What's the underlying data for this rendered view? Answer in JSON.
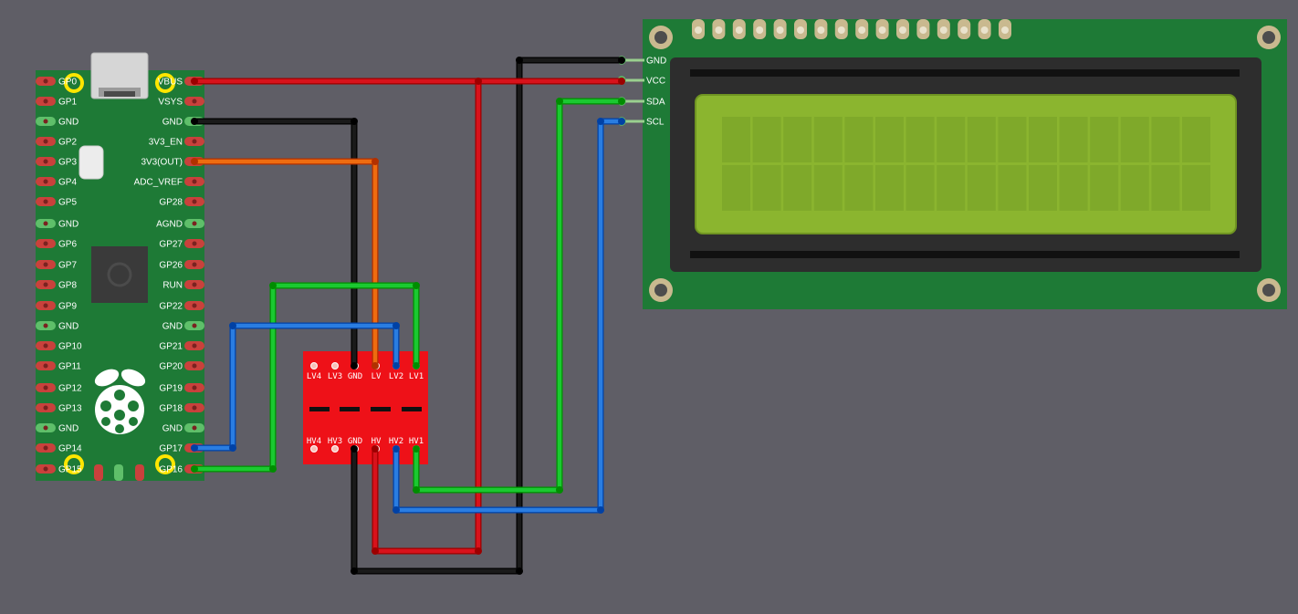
{
  "pico": {
    "left_pins": [
      "GP0",
      "GP1",
      "GND",
      "GP2",
      "GP3",
      "GP4",
      "GP5",
      "GND",
      "GP6",
      "GP7",
      "GP8",
      "GP9",
      "GND",
      "GP10",
      "GP11",
      "GP12",
      "GP13",
      "GND",
      "GP14",
      "GP15"
    ],
    "right_pins": [
      "VBUS",
      "VSYS",
      "GND",
      "3V3_EN",
      "3V3(OUT)",
      "ADC_VREF",
      "GP28",
      "AGND",
      "GP27",
      "GP26",
      "RUN",
      "GP22",
      "GND",
      "GP21",
      "GP20",
      "GP19",
      "GP18",
      "GND",
      "GP17",
      "GP16"
    ]
  },
  "level_shifter": {
    "top_pins": [
      "LV4",
      "LV3",
      "GND",
      "LV",
      "LV2",
      "LV1"
    ],
    "bottom_pins": [
      "HV4",
      "HV3",
      "GND",
      "HV",
      "HV2",
      "HV1"
    ]
  },
  "lcd": {
    "pins": [
      "GND",
      "VCC",
      "SDA",
      "SCL"
    ],
    "header_pin_count": 16
  },
  "colors": {
    "background": "#5f5e66",
    "board_green": "#1e7a36",
    "wire_red": "#d8121b",
    "wire_black": "#1a1a1a",
    "wire_orange": "#ee6c10",
    "wire_green": "#1bc931",
    "wire_blue": "#2a7de1",
    "shifter_red": "#ee1118",
    "lcd_screen": "#8bb52f"
  }
}
